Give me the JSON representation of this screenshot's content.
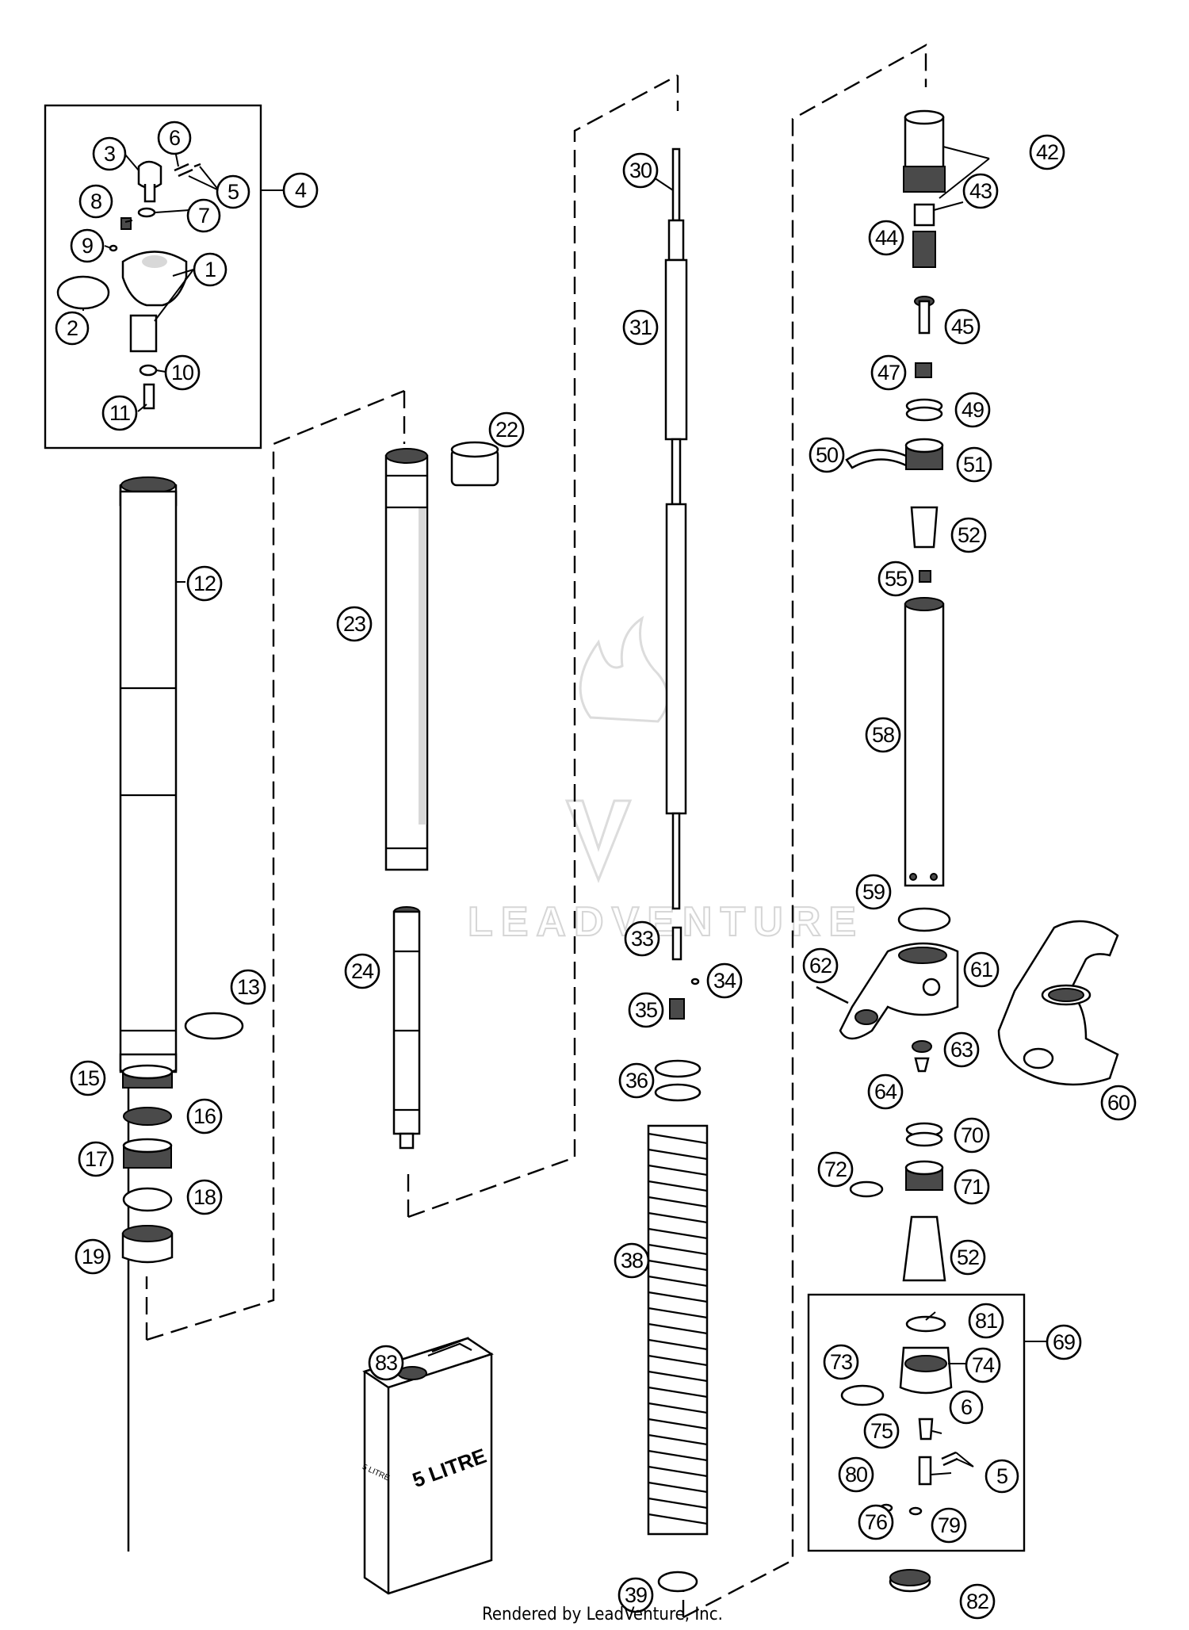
{
  "diagram": {
    "watermark": "LEADVENTURE",
    "footer": "Rendered by LeadVenture, Inc.",
    "container_label": "5 LITRE",
    "container_side_label": "5 LITRE",
    "callouts": [
      "1",
      "2",
      "3",
      "4",
      "5",
      "6",
      "7",
      "8",
      "9",
      "10",
      "11",
      "12",
      "13",
      "15",
      "16",
      "17",
      "18",
      "19",
      "22",
      "23",
      "24",
      "30",
      "31",
      "33",
      "34",
      "35",
      "36",
      "38",
      "39",
      "42",
      "43",
      "44",
      "45",
      "47",
      "49",
      "50",
      "51",
      "52",
      "55",
      "58",
      "59",
      "60",
      "61",
      "62",
      "63",
      "64",
      "69",
      "70",
      "71",
      "72",
      "73",
      "74",
      "75",
      "76",
      "79",
      "80",
      "81",
      "82",
      "83"
    ]
  }
}
